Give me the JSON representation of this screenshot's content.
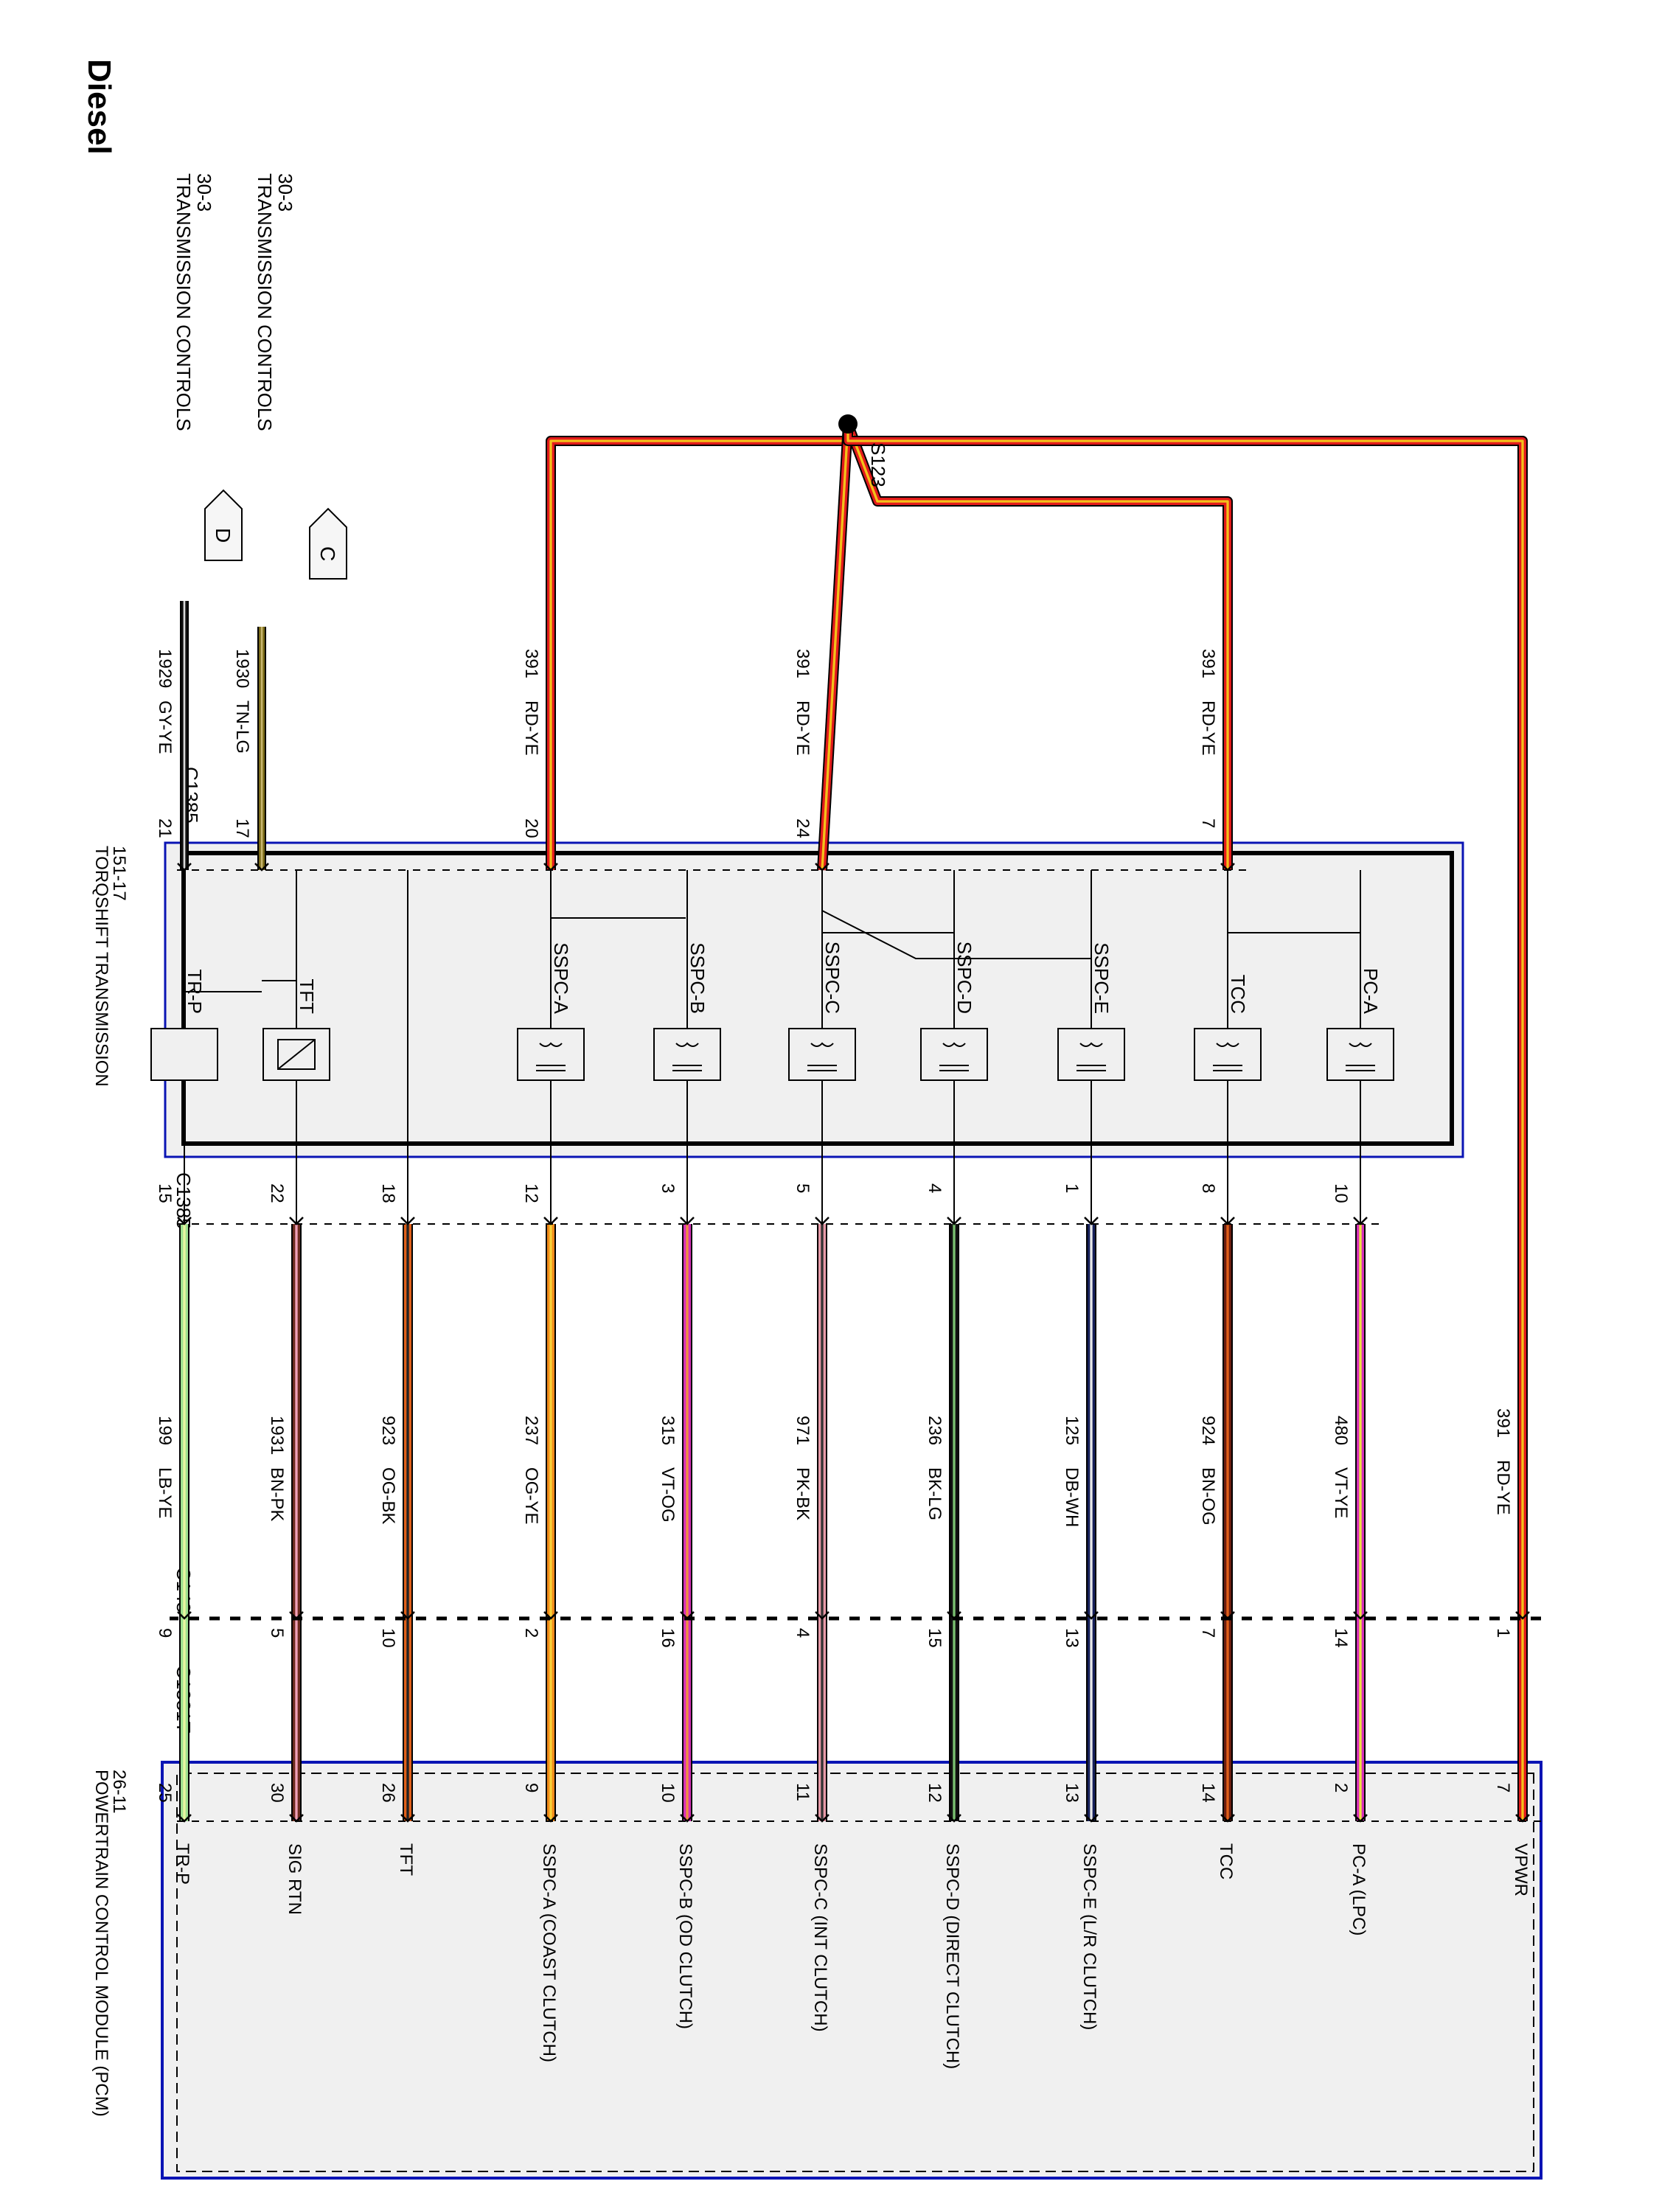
{
  "page_title": "Diesel",
  "refs": [
    {
      "text": "TRANSMISSION CONTROLS",
      "page": "30-3",
      "connector": "D"
    },
    {
      "text": "TRANSMISSION CONTROLS",
      "page": "30-3",
      "connector": "C"
    }
  ],
  "splice": "S123",
  "connectors": {
    "trans_top": "C1385",
    "trans_bottom": "C1385",
    "inline": "C148",
    "inline_t": "C1381T"
  },
  "transmission": {
    "title": "TORQSHIFT TRANSMISSION",
    "page": "151-17"
  },
  "pcm": {
    "title": "POWERTRAIN CONTROL MODULE (PCM)",
    "page": "26-11"
  },
  "top_wires": [
    {
      "circuit": "1929",
      "color_code": "GY-YE",
      "pin": "21",
      "stroke": "#111111",
      "stripe": "#d8d8d8"
    },
    {
      "circuit": "1930",
      "color_code": "TN-LG",
      "pin": "17",
      "stroke": "#7a6a18",
      "stripe": "#c9b770"
    },
    {
      "circuit": "391",
      "color_code": "RD-YE",
      "pin": "20",
      "stroke": "#e21b1b",
      "stripe": "#f3c21a"
    },
    {
      "circuit": "391",
      "color_code": "RD-YE",
      "pin": "24",
      "stroke": "#e21b1b",
      "stripe": "#f3c21a"
    },
    {
      "circuit": "391",
      "color_code": "RD-YE",
      "pin": "7",
      "stroke": "#e21b1b",
      "stripe": "#f3c21a"
    }
  ],
  "components": [
    "TR-P",
    "TFT",
    "SSPC-A",
    "SSPC-B",
    "SSPC-C",
    "SSPC-D",
    "SSPC-E",
    "TCC",
    "PC-A"
  ],
  "circuits": [
    {
      "trans_pin": "15",
      "circuit": "199",
      "color_code": "LB-YE",
      "inline_pin": "9",
      "pcm_pin": "25",
      "pcm_label": "TR-P",
      "stroke": "#9ee08f",
      "stripe": "#e8f5a0"
    },
    {
      "trans_pin": "22",
      "circuit": "1931",
      "color_code": "BN-PK",
      "inline_pin": "5",
      "pcm_pin": "30",
      "pcm_label": "SIG RTN",
      "stroke": "#6b2a1e",
      "stripe": "#f0a0b8"
    },
    {
      "trans_pin": "18",
      "circuit": "923",
      "color_code": "OG-BK",
      "inline_pin": "10",
      "pcm_pin": "26",
      "pcm_label": "TFT",
      "stroke": "#e0601a",
      "stripe": "#222222"
    },
    {
      "trans_pin": "12",
      "circuit": "237",
      "color_code": "OG-YE",
      "inline_pin": "2",
      "pcm_pin": "9",
      "pcm_label": "SSPC-A (COAST CLUTCH)",
      "stroke": "#f08a1a",
      "stripe": "#f6d23a"
    },
    {
      "trans_pin": "3",
      "circuit": "315",
      "color_code": "VT-OG",
      "inline_pin": "16",
      "pcm_pin": "10",
      "pcm_label": "SSPC-B (OD CLUTCH)",
      "stroke": "#d630b8",
      "stripe": "#f09040"
    },
    {
      "trans_pin": "5",
      "circuit": "971",
      "color_code": "PK-BK",
      "inline_pin": "4",
      "pcm_pin": "11",
      "pcm_label": "SSPC-C (INT CLUTCH)",
      "stroke": "#e89aa8",
      "stripe": "#333333"
    },
    {
      "trans_pin": "4",
      "circuit": "236",
      "color_code": "BK-LG",
      "inline_pin": "15",
      "pcm_pin": "12",
      "pcm_label": "SSPC-D (DIRECT CLUTCH)",
      "stroke": "#111111",
      "stripe": "#7ac070"
    },
    {
      "trans_pin": "1",
      "circuit": "125",
      "color_code": "DB-WH",
      "inline_pin": "13",
      "pcm_pin": "13",
      "pcm_label": "SSPC-E (L/R CLUTCH)",
      "stroke": "#16205a",
      "stripe": "#e8e8e8"
    },
    {
      "trans_pin": "8",
      "circuit": "924",
      "color_code": "BN-OG",
      "inline_pin": "7",
      "pcm_pin": "14",
      "pcm_label": "TCC",
      "stroke": "#6b1e10",
      "stripe": "#e0601a"
    },
    {
      "trans_pin": "10",
      "circuit": "480",
      "color_code": "VT-YE",
      "inline_pin": "14",
      "pcm_pin": "2",
      "pcm_label": "PC-A (LPC)",
      "stroke": "#d630b8",
      "stripe": "#f0e040"
    }
  ],
  "vpwr": {
    "circuit": "391",
    "color_code": "RD-YE",
    "inline_pin": "1",
    "pcm_pin": "7",
    "pcm_label": "VPWR",
    "stroke": "#e21b1b",
    "stripe": "#f3c21a"
  }
}
